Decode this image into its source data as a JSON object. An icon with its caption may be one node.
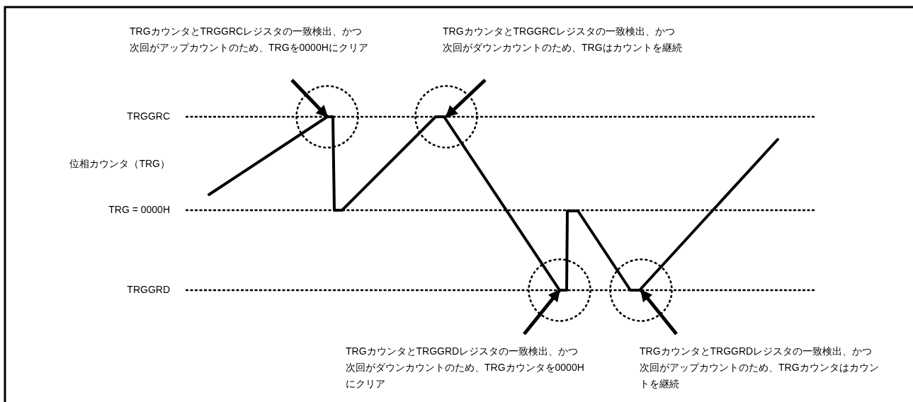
{
  "diagram": {
    "nodes": [
      {
        "text": [
          "TRGカウンタとTRGGRCレジスタの一致検出、かつ次回がアップカウントのため、TRGを0000Hにクリア"
        ]
      },
      {
        "text": [
          "TRGカウンタとTRGGRCレジスタの一致検出、かつ次回がダウンカウントのため、TRGはカウントを継続"
        ]
      },
      {
        "text": [],
        "shape": "circle"
      },
      {
        "text": [],
        "shape": "circle"
      },
      {
        "text": [],
        "shape": "circle"
      },
      {
        "text": [],
        "shape": "circle"
      },
      {
        "text": [
          "TRGカウンタとTRGGRDレジスタの一致検出、かつ次回がダウンカウントのため、TRGカウンタを0000Hにクリア"
        ]
      },
      {
        "text": [
          "TRGカウンタとTRGGRDレジスタの一致検出、かつ次回がアップカウントのため、TRGカウンタはカウントを継続"
        ]
      }
    ],
    "edges": [
      {
        "from": 0,
        "to": 2,
        "arrow": "to"
      },
      {
        "from": 1,
        "to": 3,
        "arrow": "to"
      },
      {
        "from": 6,
        "to": 4,
        "arrow": "to"
      },
      {
        "from": 7,
        "to": 5,
        "arrow": "to"
      }
    ],
    "labels": [
      "TRGGRC",
      "位相カウンタ（TRG）",
      "TRG = 0000H",
      "TRGGRD"
    ]
  }
}
